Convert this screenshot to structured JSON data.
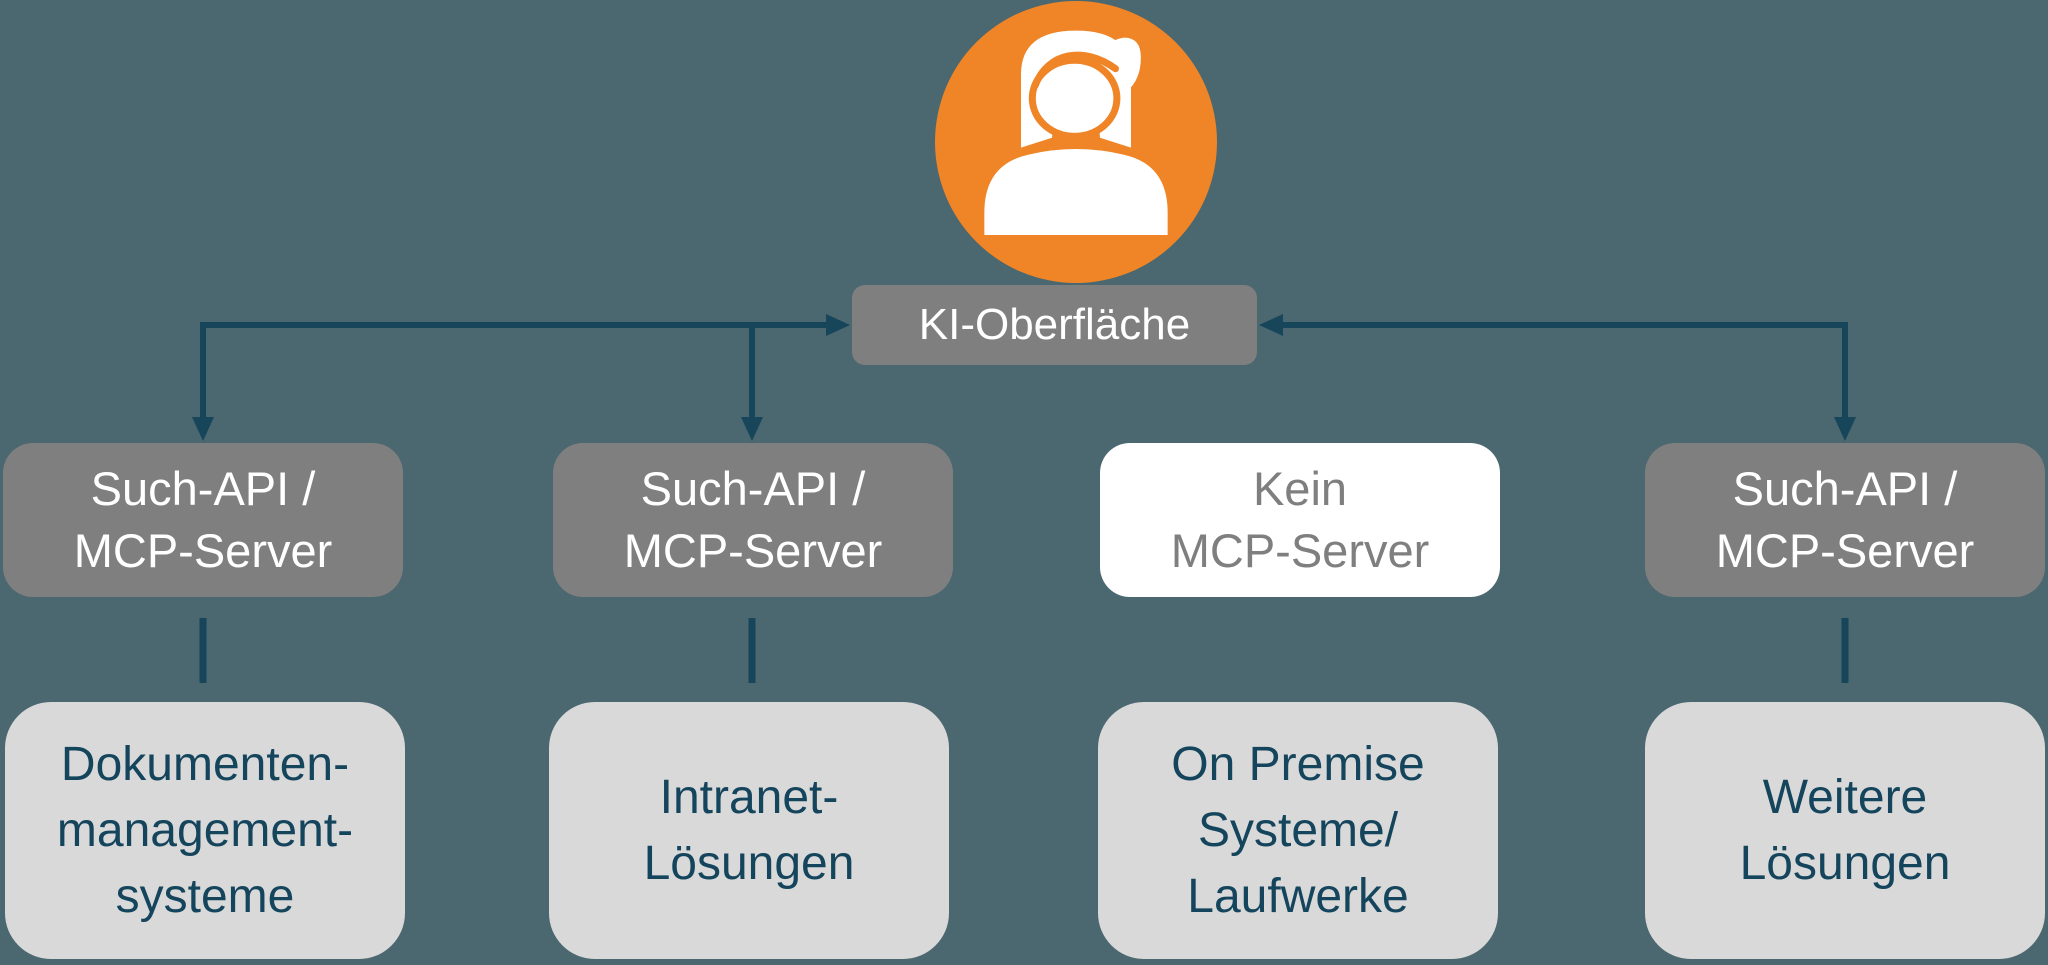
{
  "diagram": {
    "title_hint": "KI / MCP-Server Architekturdiagramm",
    "avatar": {
      "icon": "woman-user",
      "circle_color": "#EF8526",
      "figure_color": "#FFFFFF"
    },
    "root": {
      "label": "KI-Oberfläche"
    },
    "columns": [
      {
        "middle": {
          "lines": [
            "Such-API /",
            "MCP-Server"
          ],
          "style": "gray"
        },
        "bottom": {
          "lines": [
            "Dokumenten-",
            "management-",
            "systeme"
          ]
        },
        "arrow_from_root": true,
        "line_to_bottom": true
      },
      {
        "middle": {
          "lines": [
            "Such-API /",
            "MCP-Server"
          ],
          "style": "gray"
        },
        "bottom": {
          "lines": [
            "Intranet-",
            "Lösungen"
          ]
        },
        "arrow_from_root": true,
        "line_to_bottom": true
      },
      {
        "middle": {
          "lines": [
            "Kein",
            "MCP-Server"
          ],
          "style": "white"
        },
        "bottom": {
          "lines": [
            "On Premise",
            "Systeme/",
            "Laufwerke"
          ]
        },
        "arrow_from_root": false,
        "line_to_bottom": false
      },
      {
        "middle": {
          "lines": [
            "Such-API /",
            "MCP-Server"
          ],
          "style": "gray"
        },
        "bottom": {
          "lines": [
            "Weitere",
            "Lösungen"
          ]
        },
        "arrow_from_root": true,
        "line_to_bottom": true
      }
    ],
    "colors": {
      "background": "#4B6770",
      "connector": "#17455A",
      "node_gray": "#7F7F7F",
      "node_light_gray": "#D9D9D9",
      "node_white": "#FFFFFF",
      "text_white": "#FFFFFF",
      "text_dark_teal": "#14455C",
      "text_gray": "#7F7F7F",
      "avatar_orange": "#EF8526"
    }
  }
}
